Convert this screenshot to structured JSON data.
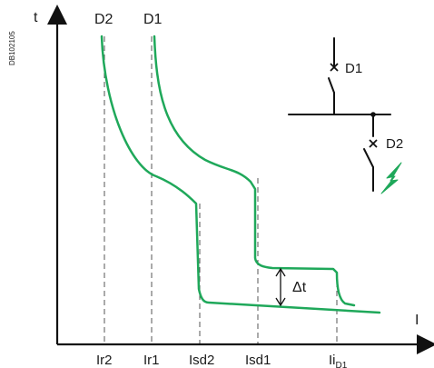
{
  "diagram": {
    "code": "DB102105",
    "axis_y_label": "t",
    "axis_x_label": "I",
    "curve_labels": {
      "d2": "D2",
      "d1": "D1"
    },
    "x_ticks": {
      "ir2": "Ir2",
      "ir1": "Ir1",
      "isd2": "Isd2",
      "isd1": "Isd1",
      "ii_main": "Ii",
      "ii_sub": "D1"
    },
    "delta_label": "Δt",
    "schematic": {
      "breaker_upper": "D1",
      "breaker_lower": "D2"
    },
    "colors": {
      "curve": "#1fa85a",
      "axis": "#111111",
      "dashed": "#555555",
      "fault": "#1fa85a"
    }
  }
}
